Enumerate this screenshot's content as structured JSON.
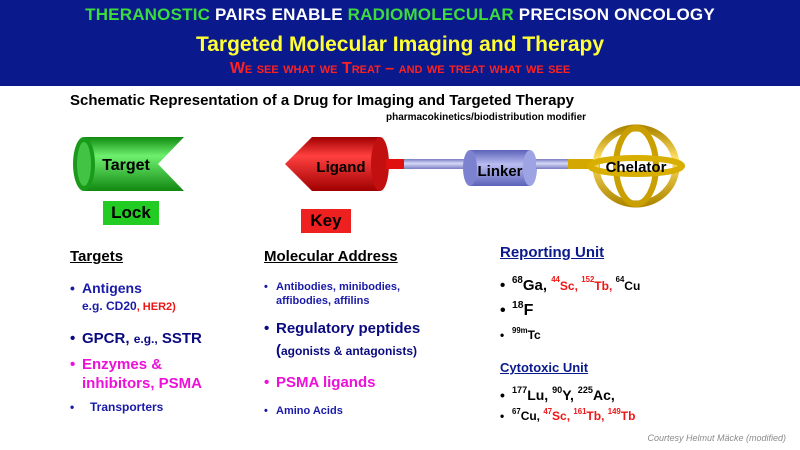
{
  "banner": {
    "line1_part1": "THERANOSTIC",
    "line1_part2": " PAIRS ENABLE ",
    "line1_part3": "RADIOMOLECULAR",
    "line1_part4": " PRECISON ONCOLOGY",
    "line2": "Targeted Molecular Imaging and Therapy",
    "line3": "We see what we Treat – and we treat what we see"
  },
  "subtitle": "Schematic Representation of a Drug for Imaging and Targeted Therapy",
  "pk_modifier": "pharmacokinetics/biodistribution modifier",
  "diagram": {
    "target": "Target",
    "ligand": "Ligand",
    "linker": "Linker",
    "chelator": "Chelator",
    "lock": "Lock",
    "key": "Key"
  },
  "targets": {
    "header": "Targets",
    "antigens": "Antigens",
    "antigens_eg": "e.g. CD20",
    "antigens_eg2": ", HER2)",
    "gpcr": "GPCR, ",
    "gpcr_eg": "e.g.,",
    "gpcr_end": " SSTR",
    "enzymes_1": "Enzymes &",
    "enzymes_2": "inhibitors, PSMA",
    "transporters": "Transporters"
  },
  "address": {
    "header": "Molecular Address",
    "antibodies_1": "Antibodies, minibodies,",
    "antibodies_2": "affibodies, affilins",
    "peptides": "Regulatory peptides",
    "peptides_sub": "agonists & antagonists)",
    "peptides_paren": "(",
    "psma": "PSMA ligands",
    "amino": "Amino Acids"
  },
  "reporting": {
    "header": "Reporting Unit",
    "ga_mass": "68",
    "ga": "Ga, ",
    "sc_mass": "44",
    "sc": "Sc, ",
    "tb_mass": "152",
    "tb": "Tb, ",
    "cu_mass": "64",
    "cu": "Cu",
    "f_mass": "18",
    "f": "F",
    "tc_mass": "99m",
    "tc": "Tc"
  },
  "cytotoxic": {
    "header": "Cytotoxic Unit",
    "lu_mass": "177",
    "lu": "Lu, ",
    "y_mass": "90",
    "y": "Y, ",
    "ac_mass": "225",
    "ac": "Ac,",
    "cu_mass": "67",
    "cu": "Cu, ",
    "sc_mass": "47",
    "sc": "Sc, ",
    "tb161_mass": "161",
    "tb161": "Tb, ",
    "tb149_mass": "149",
    "tb149": "Tb"
  },
  "footer": "Courtesy Helmut Mäcke (modified)",
  "colors": {
    "banner_bg": "#0a1a8c",
    "green": "#22cc22",
    "red": "#ee2020",
    "magenta": "#ee10d8",
    "blue": "#1a1aa8",
    "gold": "#d4a800",
    "linker": "#8a8fd8"
  }
}
